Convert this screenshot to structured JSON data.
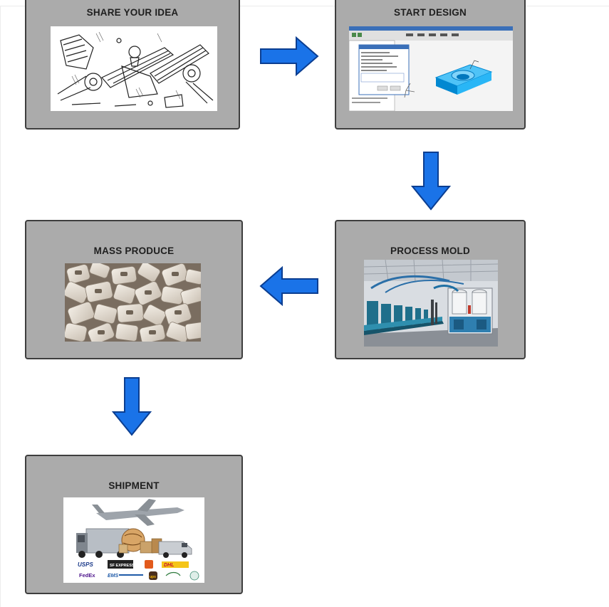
{
  "steps": [
    {
      "id": "share-idea",
      "title": "SHARE YOUR IDEA",
      "image": "sketch-drawing"
    },
    {
      "id": "start-design",
      "title": "START DESIGN",
      "image": "cad-software-screenshot"
    },
    {
      "id": "process-mold",
      "title": "PROCESS MOLD",
      "image": "factory-production-line"
    },
    {
      "id": "mass-produce",
      "title": "MASS PRODUCE",
      "image": "pile-of-plastic-parts"
    },
    {
      "id": "shipment",
      "title": "SHIPMENT",
      "image": "logistics-collage"
    }
  ],
  "shipping_logos": {
    "usps": "USPS",
    "sf": "SF EXPRESS",
    "ems": "EMS",
    "fedex": "FedEx",
    "dhl": "DHL",
    "ups": "ups"
  },
  "colors": {
    "box_fill": "#ababab",
    "box_border": "#3e3e3e",
    "arrow_fill": "#1a73e8",
    "arrow_stroke": "#0b3e91"
  }
}
